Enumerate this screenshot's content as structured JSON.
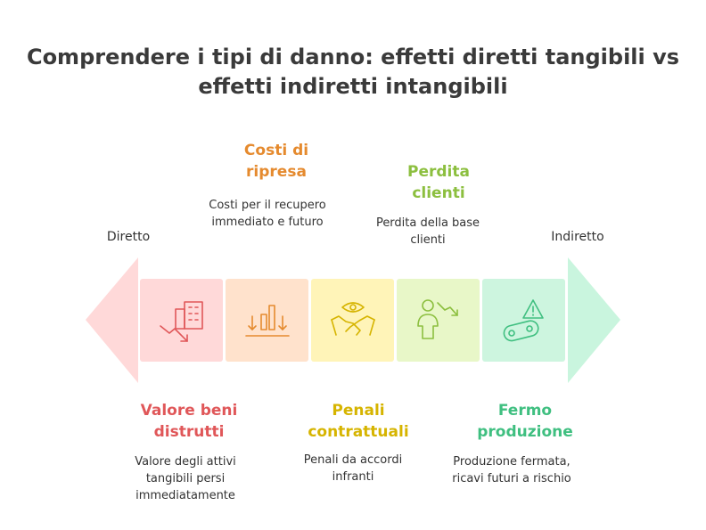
{
  "title_line1": "Comprendere i tipi di danno: effetti diretti tangibili vs",
  "title_line2": "effetti indiretti intangibili",
  "axis": {
    "left": "Diretto",
    "right": "Indiretto"
  },
  "items": [
    {
      "heading": "Valore beni distrutti",
      "desc": "Valore degli attivi tangibili persi immediatamente",
      "color": "#e05759",
      "fill": "#ffd9d9",
      "icon": "building-decline-icon"
    },
    {
      "heading": "Costi di ripresa",
      "desc": "Costi per il recupero immediato e futuro",
      "color": "#e58a2e",
      "fill": "#ffe2cc",
      "icon": "bar-chart-down-icon"
    },
    {
      "heading": "Penali contrattuali",
      "desc": "Penali da accordi infranti",
      "color": "#d6b400",
      "fill": "#fff4b8",
      "icon": "handshake-eye-icon"
    },
    {
      "heading": "Perdita clienti",
      "desc": "Perdita della base clienti",
      "color": "#8cbf3f",
      "fill": "#e8f7c8",
      "icon": "person-decline-icon"
    },
    {
      "heading": "Fermo produzione",
      "desc": "Produzione fermata, ricavi futuri a rischio",
      "color": "#3fbf80",
      "fill": "#cdf5df",
      "icon": "conveyor-warning-icon"
    }
  ],
  "colors": {
    "left_arrow": "#ffd9d9",
    "right_arrow": "#c9f5de",
    "title": "#3a3a3a"
  }
}
